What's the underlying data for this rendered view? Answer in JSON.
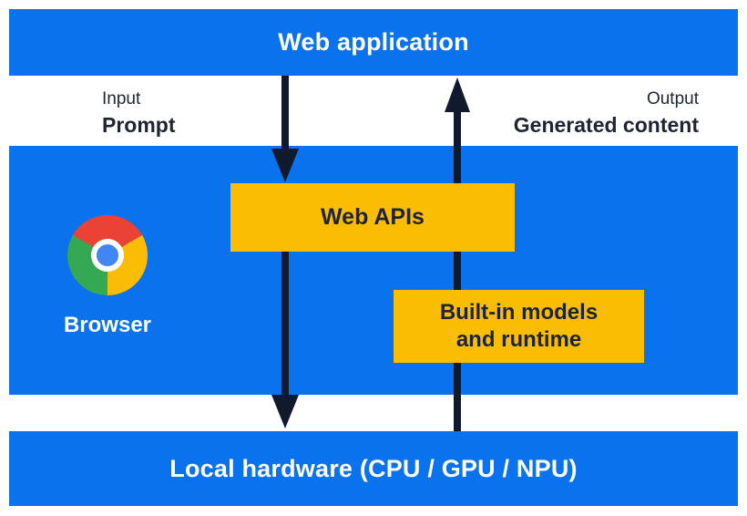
{
  "colors": {
    "page_background": "#ffffff",
    "blue": "#0B72ED",
    "yellow": "#FBBC04",
    "arrow": "#111A2C",
    "dark_text": "#1E2434",
    "white_text": "#ffffff",
    "chrome": {
      "red": "#EA4335",
      "yellow": "#FBBC05",
      "green": "#34A853",
      "blue": "#4285F4"
    }
  },
  "top_bar": {
    "label": "Web application"
  },
  "flow_labels": {
    "input": {
      "line1": "Input",
      "line2": "Prompt"
    },
    "output": {
      "line1": "Output",
      "line2": "Generated content"
    }
  },
  "browser_section": {
    "browser_label": "Browser",
    "web_apis_label": "Web APIs",
    "builtin_line1": "Built-in models",
    "builtin_line2": "and runtime"
  },
  "bottom_bar": {
    "label": "Local hardware (CPU / GPU / NPU)"
  },
  "icons": {
    "chrome_logo": "chrome-browser-logo",
    "down_arrow": "downward-flow-arrow",
    "up_arrow": "upward-flow-arrow"
  }
}
